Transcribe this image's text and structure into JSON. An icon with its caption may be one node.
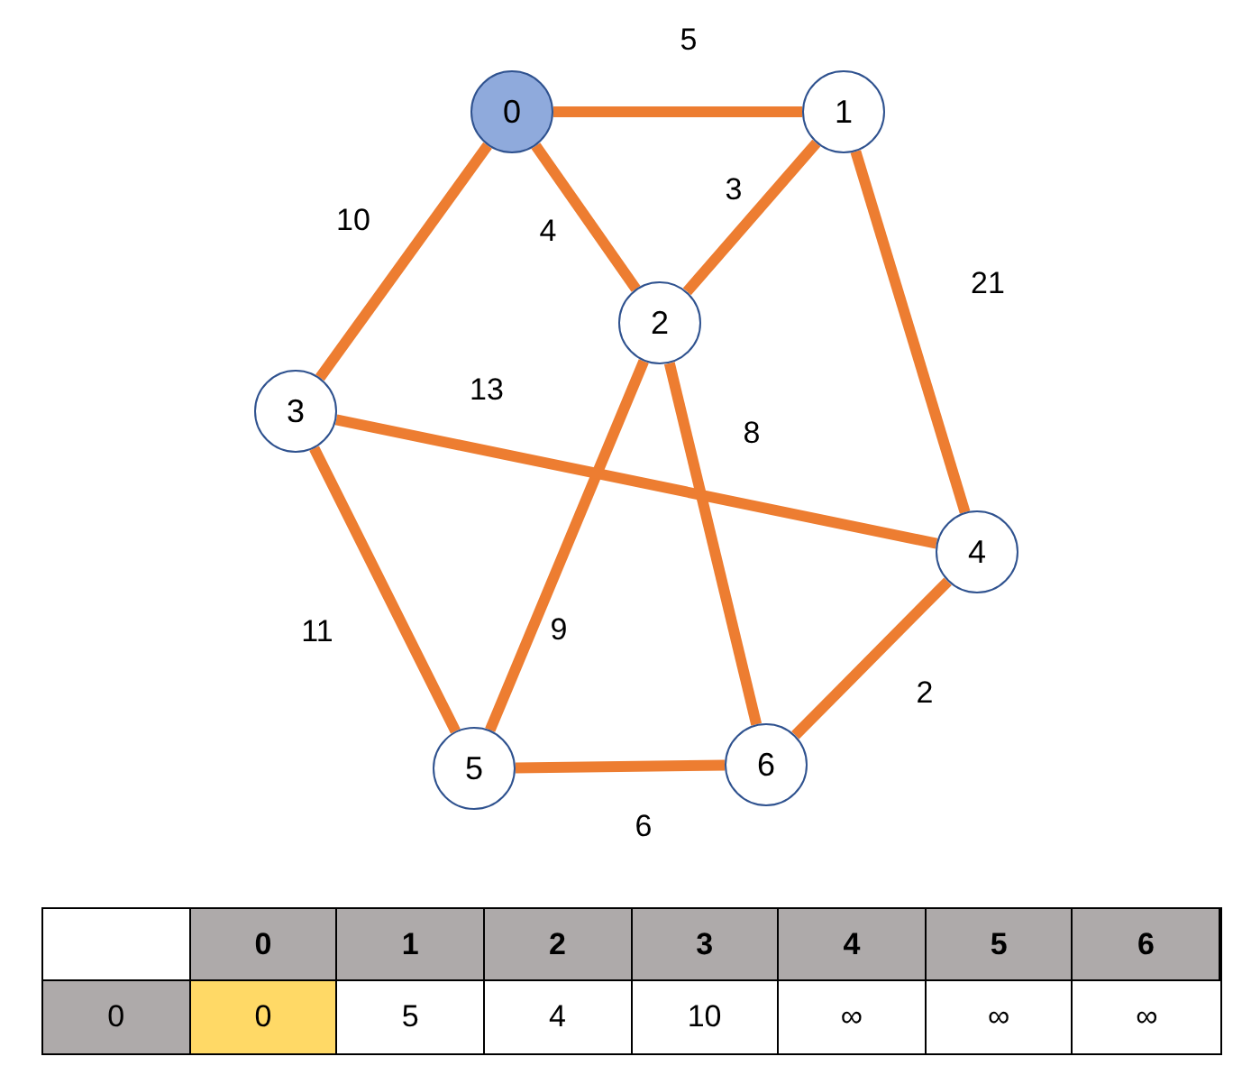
{
  "diagram": {
    "nodes": [
      {
        "text": [
          "0"
        ]
      },
      {
        "text": [
          "1"
        ]
      },
      {
        "text": [
          "2"
        ]
      },
      {
        "text": [
          "3"
        ]
      },
      {
        "text": [
          "4"
        ]
      },
      {
        "text": [
          "5"
        ]
      },
      {
        "text": [
          "6"
        ]
      }
    ],
    "edges": [
      {
        "from": 0,
        "to": 1,
        "arrow": "none",
        "label": "5"
      },
      {
        "from": 0,
        "to": 2,
        "arrow": "none",
        "label": "4"
      },
      {
        "from": 0,
        "to": 3,
        "arrow": "none",
        "label": "10"
      },
      {
        "from": 1,
        "to": 2,
        "arrow": "none",
        "label": "3"
      },
      {
        "from": 1,
        "to": 4,
        "arrow": "none",
        "label": "21"
      },
      {
        "from": 2,
        "to": 5,
        "arrow": "none",
        "label": "9"
      },
      {
        "from": 2,
        "to": 6,
        "arrow": "none",
        "label": "8"
      },
      {
        "from": 3,
        "to": 4,
        "arrow": "none",
        "label": "13"
      },
      {
        "from": 3,
        "to": 5,
        "arrow": "none",
        "label": "11"
      },
      {
        "from": 4,
        "to": 6,
        "arrow": "none",
        "label": "2"
      },
      {
        "from": 5,
        "to": 6,
        "arrow": "none",
        "label": "6"
      }
    ],
    "labels": [
      "0",
      "1",
      "2",
      "3",
      "4",
      "5",
      "6",
      "0",
      "0",
      "5",
      "4",
      "10",
      "∞",
      "∞",
      "∞"
    ]
  }
}
